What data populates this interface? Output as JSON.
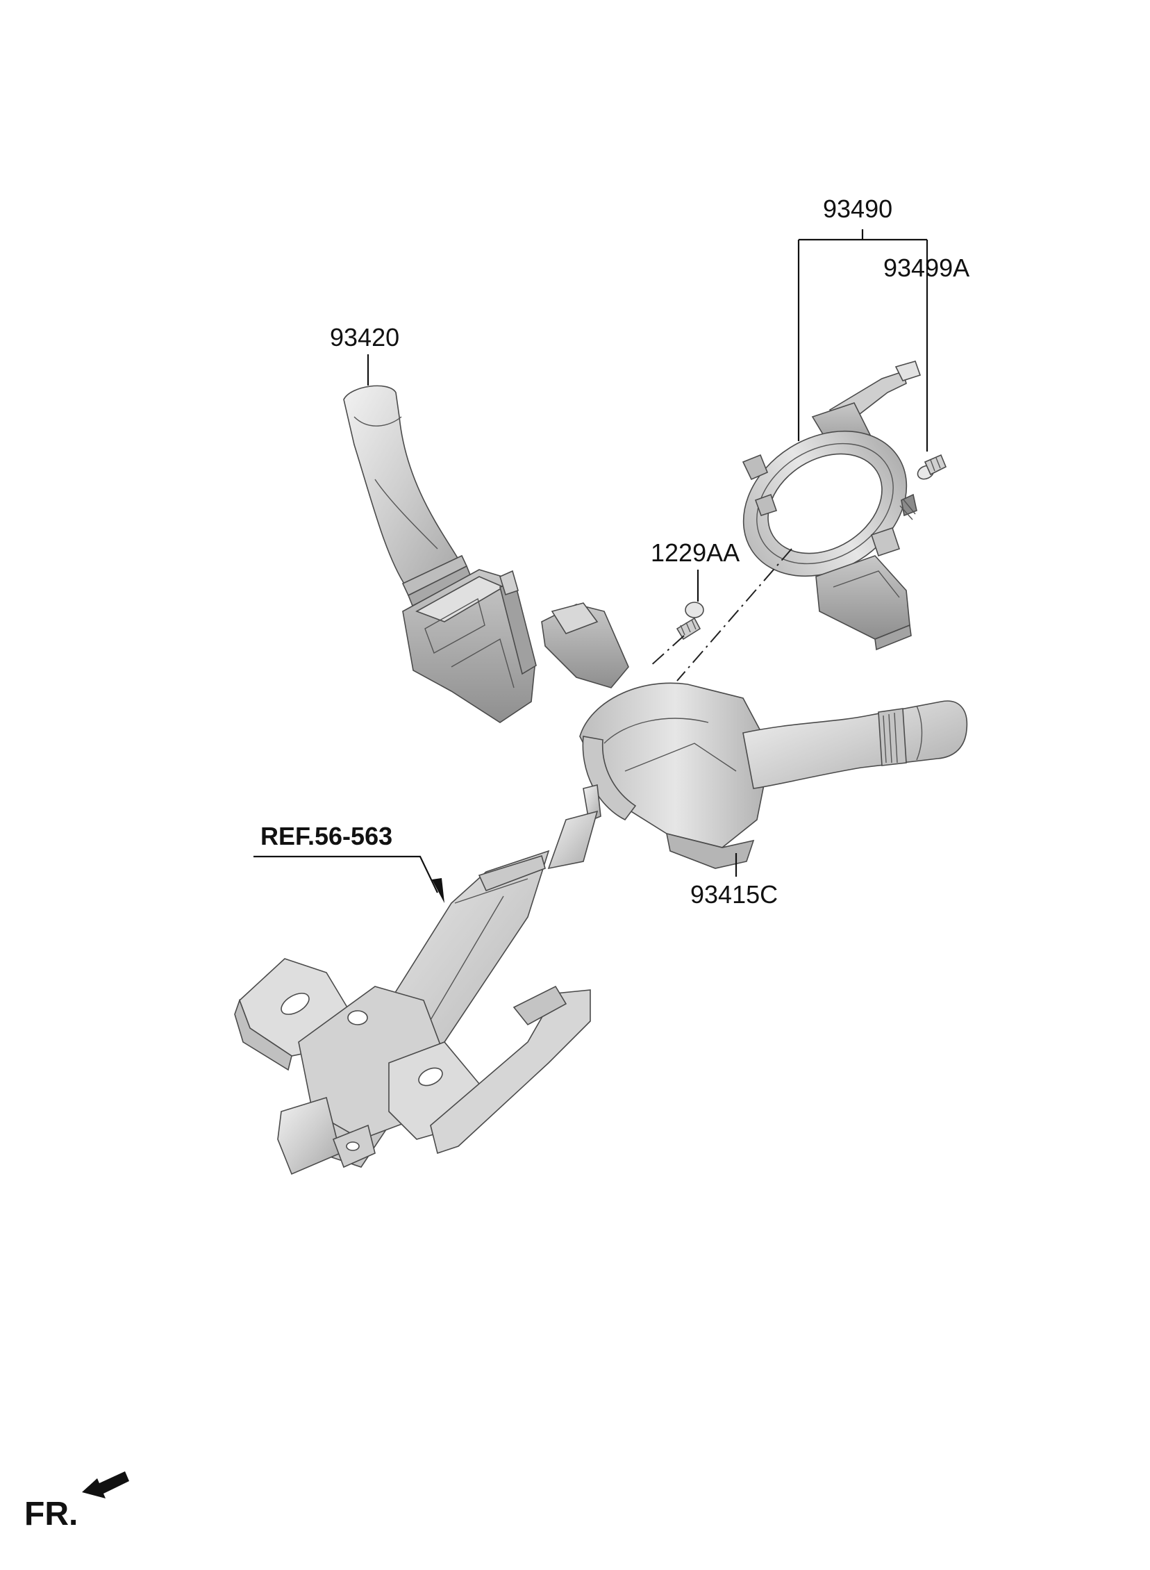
{
  "labels": {
    "clock_spring": "93490",
    "clock_spring_screw": "93499A",
    "wiper_switch": "93420",
    "bolt": "1229AA",
    "light_switch": "93415C",
    "column_ref": "REF.56-563",
    "front": "FR."
  },
  "colors": {
    "part_fill": "#d4d4d4",
    "part_light": "#ececec",
    "part_dark": "#9a9a9a",
    "line": "#111111"
  },
  "icons": {
    "front_arrow": "arrow-front-icon"
  }
}
